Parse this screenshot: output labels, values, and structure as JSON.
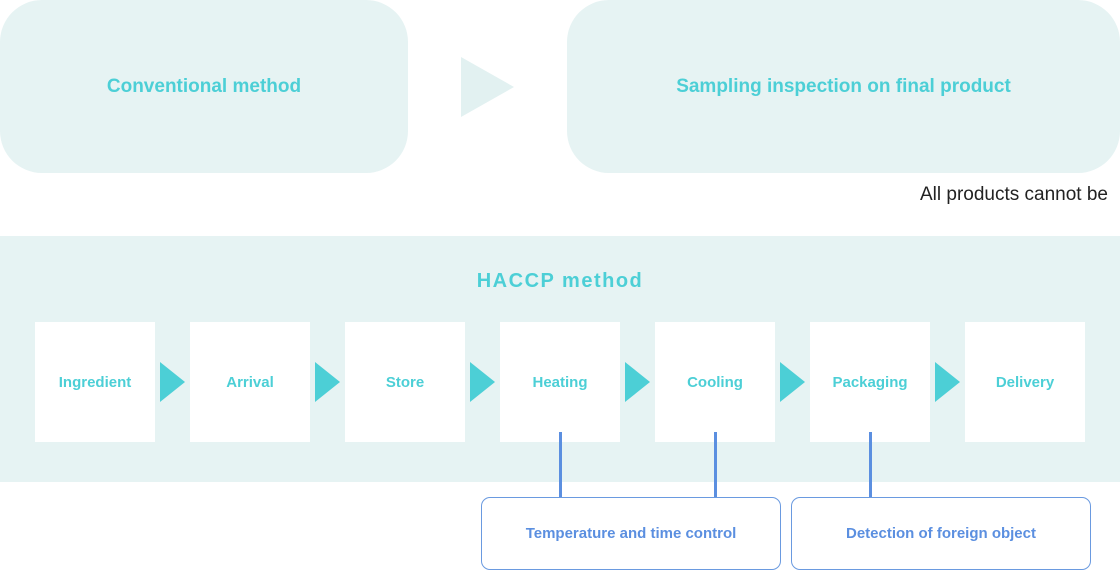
{
  "top": {
    "conventional_label": "Conventional method",
    "sampling_label": "Sampling inspection on final product",
    "note": "All products cannot be"
  },
  "haccp": {
    "title": "HACCP method",
    "steps": [
      "Ingredient",
      "Arrival",
      "Store",
      "Heating",
      "Cooling",
      "Packaging",
      "Delivery"
    ]
  },
  "controls": {
    "temperature": "Temperature and time control",
    "foreign": "Detection of foreign object"
  },
  "colors": {
    "accent": "#4ccfd6",
    "panel": "#e6f3f3",
    "control": "#5b8fe0"
  }
}
